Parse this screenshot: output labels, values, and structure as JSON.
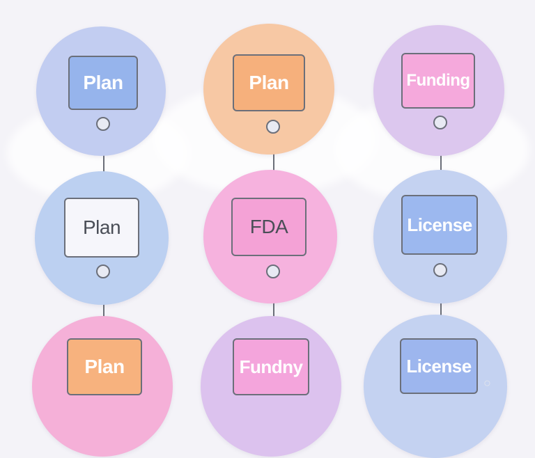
{
  "diagram": {
    "nodes": [
      {
        "label": "Plan",
        "circle_color": "#c2cdf1",
        "box_color": "#96b4ec",
        "text_color": "#ffffff",
        "bold": true
      },
      {
        "label": "Plan",
        "circle_color": "#f7c8a4",
        "box_color": "#f6b07c",
        "text_color": "#ffffff",
        "bold": true
      },
      {
        "label": "Funding",
        "circle_color": "#dcc7ee",
        "box_color": "#f5a9dc",
        "text_color": "#ffffff",
        "bold": true
      },
      {
        "label": "Plan",
        "circle_color": "#bcd0f1",
        "box_color": "#f6f6fb",
        "text_color": "#4a4e57",
        "bold": false
      },
      {
        "label": "FDA",
        "circle_color": "#f6b2de",
        "box_color": "#f4a2d6",
        "text_color": "#4a4e57",
        "bold": false
      },
      {
        "label": "License",
        "circle_color": "#c4d2f1",
        "box_color": "#9cb8ef",
        "text_color": "#ffffff",
        "bold": true
      },
      {
        "label": "Plan",
        "circle_color": "#f5b0d8",
        "box_color": "#f7b27e",
        "text_color": "#ffffff",
        "bold": true
      },
      {
        "label": "Fundny",
        "circle_color": "#dcc2ee",
        "box_color": "#f4a5dc",
        "text_color": "#ffffff",
        "bold": true
      },
      {
        "label": "License",
        "circle_color": "#c4d2f1",
        "box_color": "#9db6ee",
        "text_color": "#ffffff",
        "bold": true
      }
    ]
  }
}
